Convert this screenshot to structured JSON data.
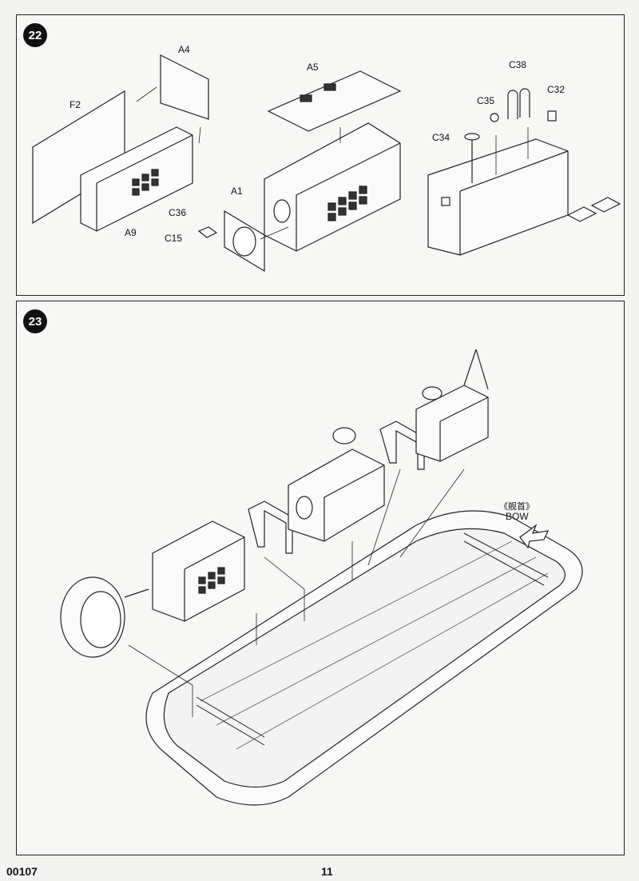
{
  "step22": {
    "number": "22",
    "labels": {
      "a4": "A4",
      "a5": "A5",
      "f2": "F2",
      "a9": "A9",
      "a1": "A1",
      "c36": "C36",
      "c15": "C15",
      "c38": "C38",
      "c35": "C35",
      "c32": "C32",
      "c34": "C34"
    }
  },
  "step23": {
    "number": "23",
    "bow_cn": "《舰首》",
    "bow_en": "BOW"
  },
  "footer": {
    "product_code": "00107",
    "page_number": "11"
  }
}
